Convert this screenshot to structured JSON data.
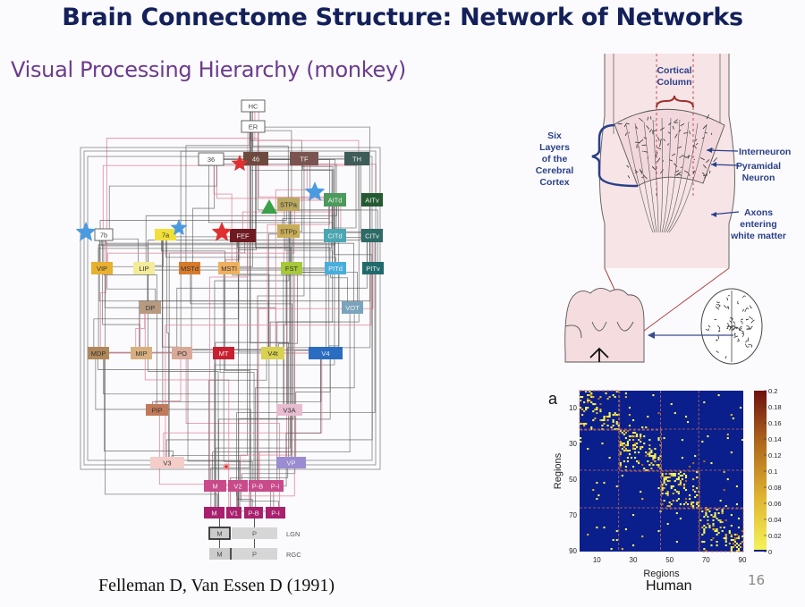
{
  "slide": {
    "title": "Brain Connectome Structure: Network of Networks",
    "subtitle": "Visual Processing Hierarchy (monkey)",
    "citation": "Felleman D, Van Essen D (1991)",
    "slide_number": "16",
    "human_label": "Human"
  },
  "network": {
    "nodes": [
      {
        "id": "HC",
        "label": "HC",
        "fill": "#ffffff",
        "text": "#444444"
      },
      {
        "id": "ER",
        "label": "ER",
        "fill": "#ffffff",
        "text": "#444444"
      },
      {
        "id": "36",
        "label": "36",
        "fill": "#ffffff",
        "text": "#444444"
      },
      {
        "id": "46",
        "label": "46",
        "fill": "#6e4a3e",
        "text": "#eeeeee"
      },
      {
        "id": "TF",
        "label": "TF",
        "fill": "#7a5550",
        "text": "#eeeeee"
      },
      {
        "id": "TH",
        "label": "TH",
        "fill": "#3e5c58",
        "text": "#eeeeee"
      },
      {
        "id": "STPa",
        "label": "STPa",
        "fill": "#b8a860",
        "text": "#333333"
      },
      {
        "id": "AITd",
        "label": "AITd",
        "fill": "#4a9a5a",
        "text": "#eeeeee"
      },
      {
        "id": "AITv",
        "label": "AITv",
        "fill": "#245a32",
        "text": "#eeeeee"
      },
      {
        "id": "7b",
        "label": "7b",
        "fill": "#ffffff",
        "text": "#444444"
      },
      {
        "id": "7a",
        "label": "7a",
        "fill": "#f2e03a",
        "text": "#333333"
      },
      {
        "id": "FEF",
        "label": "FEF",
        "fill": "#6e1a22",
        "text": "#eeeeee"
      },
      {
        "id": "STPp",
        "label": "STPp",
        "fill": "#c8ac58",
        "text": "#333333"
      },
      {
        "id": "CITd",
        "label": "CITd",
        "fill": "#4aa6b0",
        "text": "#eeeeee"
      },
      {
        "id": "CITv",
        "label": "CITv",
        "fill": "#2e6a66",
        "text": "#eeeeee"
      },
      {
        "id": "VIP",
        "label": "VIP",
        "fill": "#e8b030",
        "text": "#333333"
      },
      {
        "id": "LIP",
        "label": "LIP",
        "fill": "#f4ec9a",
        "text": "#333333"
      },
      {
        "id": "MSTd",
        "label": "MSTd",
        "fill": "#d87a2a",
        "text": "#333333"
      },
      {
        "id": "MSTl",
        "label": "MSTl",
        "fill": "#eeb060",
        "text": "#333333"
      },
      {
        "id": "FST",
        "label": "FST",
        "fill": "#a6c83a",
        "text": "#333333"
      },
      {
        "id": "PITd",
        "label": "PITd",
        "fill": "#4aaedc",
        "text": "#eeeeee"
      },
      {
        "id": "PITv",
        "label": "PITv",
        "fill": "#206a6c",
        "text": "#eeeeee"
      },
      {
        "id": "DP",
        "label": "DP",
        "fill": "#b89a80",
        "text": "#333333"
      },
      {
        "id": "VOT",
        "label": "VOT",
        "fill": "#7aa4bc",
        "text": "#eeeeee"
      },
      {
        "id": "MDP",
        "label": "MDP",
        "fill": "#b0885a",
        "text": "#333333"
      },
      {
        "id": "MIP",
        "label": "MIP",
        "fill": "#d8b080",
        "text": "#333333"
      },
      {
        "id": "PO",
        "label": "PO",
        "fill": "#d8aa98",
        "text": "#333333"
      },
      {
        "id": "MT",
        "label": "MT",
        "fill": "#c82030",
        "text": "#eeeeee"
      },
      {
        "id": "V4t",
        "label": "V4t",
        "fill": "#d8d050",
        "text": "#333333"
      },
      {
        "id": "V4",
        "label": "V4",
        "fill": "#2a6cc0",
        "text": "#eeeeee"
      },
      {
        "id": "PIP",
        "label": "PIP",
        "fill": "#c07a5a",
        "text": "#333333"
      },
      {
        "id": "V3A",
        "label": "V3A",
        "fill": "#e8bcd0",
        "text": "#333333"
      },
      {
        "id": "V3",
        "label": "V3",
        "fill": "#f4cdc8",
        "text": "#333333"
      },
      {
        "id": "VP",
        "label": "VP",
        "fill": "#9a8cd0",
        "text": "#eeeeee"
      },
      {
        "id": "V2-M",
        "label": "M",
        "fill": "#c84a8a",
        "text": "#eeeeee"
      },
      {
        "id": "V2",
        "label": "V2",
        "fill": "#c84a8a",
        "text": "#eeeeee"
      },
      {
        "id": "V2-PB",
        "label": "P-B",
        "fill": "#c84a8a",
        "text": "#eeeeee"
      },
      {
        "id": "V2-PI",
        "label": "P-I",
        "fill": "#c84a8a",
        "text": "#eeeeee"
      },
      {
        "id": "V1-M",
        "label": "M",
        "fill": "#a8206e",
        "text": "#eeeeee"
      },
      {
        "id": "V1",
        "label": "V1",
        "fill": "#a8206e",
        "text": "#eeeeee"
      },
      {
        "id": "V1-PB",
        "label": "P-B",
        "fill": "#a8206e",
        "text": "#eeeeee"
      },
      {
        "id": "V1-PI",
        "label": "P-I",
        "fill": "#a8206e",
        "text": "#eeeeee"
      },
      {
        "id": "LGN-M",
        "label": "M",
        "fill": "#cccccc",
        "text": "#444444"
      },
      {
        "id": "LGN-P",
        "label": "P",
        "fill": "#d6d6d6",
        "text": "#555555"
      },
      {
        "id": "RGC-M",
        "label": "M",
        "fill": "#cccccc",
        "text": "#444444"
      },
      {
        "id": "RGC-P",
        "label": "P",
        "fill": "#d6d6d6",
        "text": "#555555"
      }
    ],
    "row_labels": {
      "lgn": "LGN",
      "rgc": "RGC"
    },
    "markers": [
      {
        "type": "star",
        "color": "#e03030",
        "near": "46"
      },
      {
        "type": "star",
        "color": "#e03030",
        "near": "FEF"
      },
      {
        "type": "star",
        "color": "#4a9ae0",
        "near": "7b"
      },
      {
        "type": "star",
        "color": "#4a9ae0",
        "near": "7a"
      },
      {
        "type": "star",
        "color": "#4a9ae0",
        "near": "AITd"
      },
      {
        "type": "triangle",
        "color": "#3aa04a",
        "near": "STPa"
      }
    ]
  },
  "cortex_diagram": {
    "labels": {
      "column": [
        "Cortical",
        "Column"
      ],
      "layers": [
        "Six",
        "Layers",
        "of the",
        "Cerebral",
        "Cortex"
      ],
      "interneuron": "Interneuron",
      "pyramidal": [
        "Pyramidal",
        "Neuron"
      ],
      "axons": [
        "Axons",
        "entering",
        "white matter"
      ]
    },
    "text_color": "#2a3f8a"
  },
  "chart_data": {
    "type": "heatmap",
    "panel_label": "a",
    "title": "",
    "xlabel": "Regions",
    "ylabel": "Regions",
    "x_ticks": [
      10,
      30,
      50,
      70,
      90
    ],
    "y_ticks": [
      10,
      30,
      50,
      70,
      90
    ],
    "xlim": [
      1,
      90
    ],
    "ylim": [
      1,
      90
    ],
    "colorbar": {
      "range": [
        0,
        0.2
      ],
      "ticks": [
        "0",
        "0.02",
        "0.04",
        "0.06",
        "0.08",
        "0.1",
        "0.12",
        "0.14",
        "0.16",
        "0.18",
        "0.2"
      ],
      "colormap": [
        "#f5f55a",
        "#e0b432",
        "#b06a1c",
        "#6e1010"
      ],
      "zero_color": "#0a1e8c"
    },
    "modules": [
      {
        "start": 1,
        "end": 22
      },
      {
        "start": 23,
        "end": 45
      },
      {
        "start": 46,
        "end": 66
      },
      {
        "start": 67,
        "end": 90
      }
    ],
    "submodules": [
      {
        "start": 1,
        "end": 12
      },
      {
        "start": 13,
        "end": 22
      },
      {
        "start": 23,
        "end": 35
      },
      {
        "start": 36,
        "end": 45
      },
      {
        "start": 46,
        "end": 58
      },
      {
        "start": 59,
        "end": 66
      },
      {
        "start": 67,
        "end": 79
      },
      {
        "start": 80,
        "end": 90
      }
    ],
    "background_value": 0,
    "description": "Modular human connectome matrix (90 regions), dense block-diagonal connectivity with sparse off-diagonal links"
  }
}
